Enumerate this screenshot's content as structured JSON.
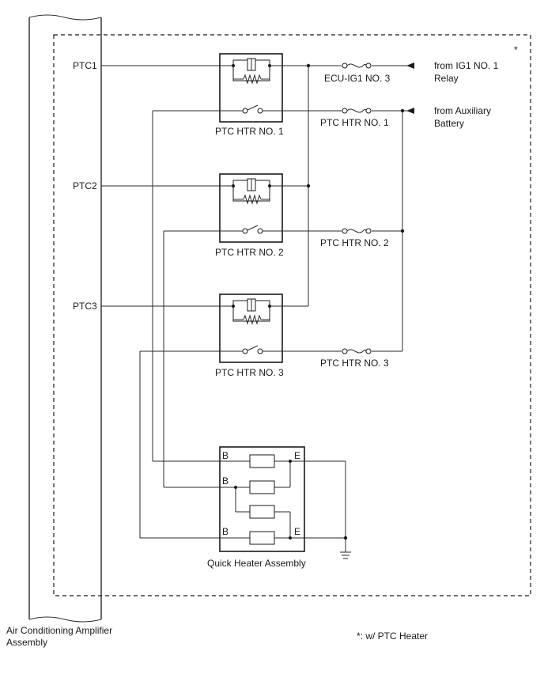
{
  "amplifier": {
    "label_line1": "Air Conditioning Amplifier",
    "label_line2": "Assembly"
  },
  "terminals": {
    "ptc1": "PTC1",
    "ptc2": "PTC2",
    "ptc3": "PTC3"
  },
  "relays": {
    "r1": "PTC HTR NO. 1",
    "r2": "PTC HTR NO. 2",
    "r3": "PTC HTR NO. 3"
  },
  "fuses": {
    "ecu_ig1": "ECU-IG1 NO. 3",
    "f1": "PTC HTR NO. 1",
    "f2": "PTC HTR NO. 2",
    "f3": "PTC HTR NO. 3"
  },
  "sources": {
    "ig1_line1": "from IG1 NO. 1",
    "ig1_line2": "Relay",
    "aux_line1": "from Auxiliary",
    "aux_line2": "Battery"
  },
  "quick_heater": {
    "label": "Quick Heater Assembly",
    "pin_b": "B",
    "pin_e": "E"
  },
  "note": {
    "asterisk": "*",
    "text": "*: w/ PTC Heater"
  }
}
